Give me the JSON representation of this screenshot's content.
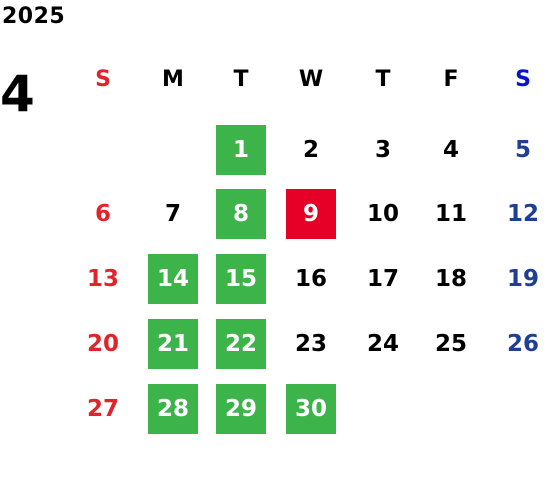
{
  "calendar": {
    "year": "2025",
    "month": "4",
    "weekdays": [
      {
        "label": "S",
        "type": "sun"
      },
      {
        "label": "M",
        "type": ""
      },
      {
        "label": "T",
        "type": ""
      },
      {
        "label": "W",
        "type": ""
      },
      {
        "label": "T",
        "type": ""
      },
      {
        "label": "F",
        "type": ""
      },
      {
        "label": "S",
        "type": "sat"
      }
    ],
    "days": [
      {
        "label": "1",
        "week": 0,
        "dow": 2,
        "highlight": "green"
      },
      {
        "label": "2",
        "week": 0,
        "dow": 3,
        "highlight": ""
      },
      {
        "label": "3",
        "week": 0,
        "dow": 4,
        "highlight": ""
      },
      {
        "label": "4",
        "week": 0,
        "dow": 5,
        "highlight": ""
      },
      {
        "label": "5",
        "week": 0,
        "dow": 6,
        "highlight": ""
      },
      {
        "label": "6",
        "week": 1,
        "dow": 0,
        "highlight": ""
      },
      {
        "label": "7",
        "week": 1,
        "dow": 1,
        "highlight": ""
      },
      {
        "label": "8",
        "week": 1,
        "dow": 2,
        "highlight": "green"
      },
      {
        "label": "9",
        "week": 1,
        "dow": 3,
        "highlight": "red"
      },
      {
        "label": "10",
        "week": 1,
        "dow": 4,
        "highlight": ""
      },
      {
        "label": "11",
        "week": 1,
        "dow": 5,
        "highlight": ""
      },
      {
        "label": "12",
        "week": 1,
        "dow": 6,
        "highlight": ""
      },
      {
        "label": "13",
        "week": 2,
        "dow": 0,
        "highlight": ""
      },
      {
        "label": "14",
        "week": 2,
        "dow": 1,
        "highlight": "green"
      },
      {
        "label": "15",
        "week": 2,
        "dow": 2,
        "highlight": "green"
      },
      {
        "label": "16",
        "week": 2,
        "dow": 3,
        "highlight": ""
      },
      {
        "label": "17",
        "week": 2,
        "dow": 4,
        "highlight": ""
      },
      {
        "label": "18",
        "week": 2,
        "dow": 5,
        "highlight": ""
      },
      {
        "label": "19",
        "week": 2,
        "dow": 6,
        "highlight": ""
      },
      {
        "label": "20",
        "week": 3,
        "dow": 0,
        "highlight": ""
      },
      {
        "label": "21",
        "week": 3,
        "dow": 1,
        "highlight": "green"
      },
      {
        "label": "22",
        "week": 3,
        "dow": 2,
        "highlight": "green"
      },
      {
        "label": "23",
        "week": 3,
        "dow": 3,
        "highlight": ""
      },
      {
        "label": "24",
        "week": 3,
        "dow": 4,
        "highlight": ""
      },
      {
        "label": "25",
        "week": 3,
        "dow": 5,
        "highlight": ""
      },
      {
        "label": "26",
        "week": 3,
        "dow": 6,
        "highlight": ""
      },
      {
        "label": "27",
        "week": 4,
        "dow": 0,
        "highlight": ""
      },
      {
        "label": "28",
        "week": 4,
        "dow": 1,
        "highlight": "green"
      },
      {
        "label": "29",
        "week": 4,
        "dow": 2,
        "highlight": "green"
      },
      {
        "label": "30",
        "week": 4,
        "dow": 3,
        "highlight": "green"
      }
    ],
    "colors": {
      "sunday": "#e0252a",
      "saturday": "#1e3f93",
      "highlight_green": "#3cb44a",
      "highlight_red": "#e60027"
    }
  }
}
